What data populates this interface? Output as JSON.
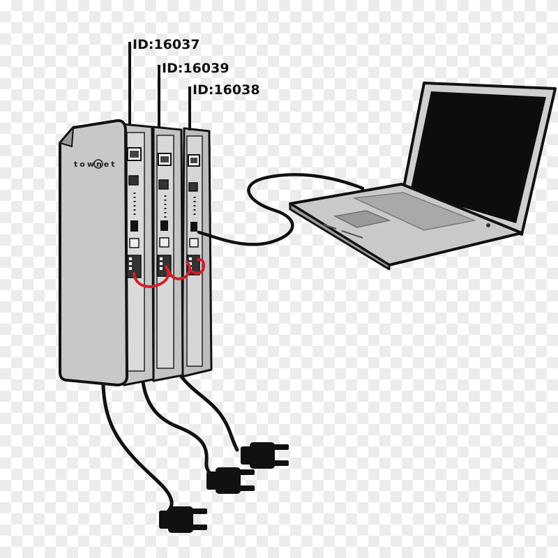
{
  "labels": {
    "device_1": "ID:16037",
    "device_2": "ID:16039",
    "device_3": "ID:16038"
  },
  "brand": {
    "logo_text": "townet"
  },
  "colors": {
    "outline": "#111111",
    "device_body": "#c8c8c8",
    "laptop_body": "#c9c9c9",
    "screen": "#0d0d0d",
    "jumper_cable": "#d1202a",
    "cable": "#111111"
  },
  "icons": {
    "plug_1": "power-plug-icon",
    "plug_2": "power-plug-icon",
    "plug_3": "power-plug-icon",
    "laptop": "laptop-icon"
  }
}
